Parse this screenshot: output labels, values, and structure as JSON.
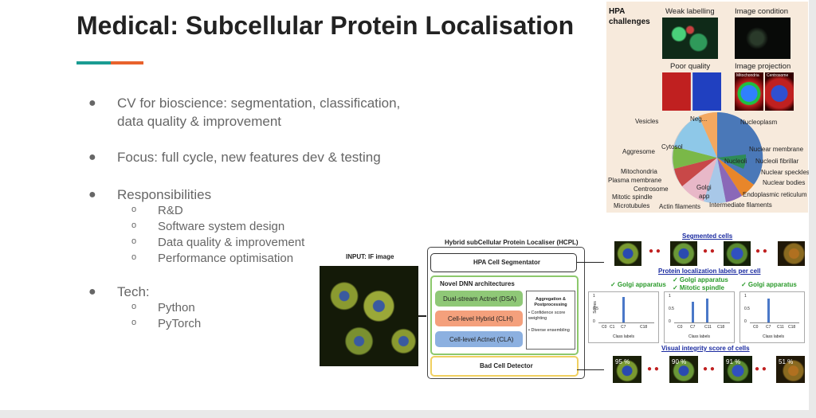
{
  "slide": {
    "title": "Medical: Subcellular Protein Localisation",
    "accent_colors": [
      "#1a9c92",
      "#e8622c"
    ],
    "bullets": [
      {
        "text": "CV for bioscience: segmentation, classification, data quality & improvement"
      },
      {
        "text": "Focus: full cycle, new features dev & testing"
      },
      {
        "text": "Responsibilities",
        "subitems": [
          "R&D",
          "Software system design",
          "Data quality & improvement",
          "Performance optimisation"
        ]
      },
      {
        "text": "Tech:",
        "subitems": [
          "Python",
          "PyTorch"
        ]
      }
    ]
  },
  "hpa_figure": {
    "heading": "HPA challenges",
    "panels": [
      "Weak labelling",
      "Image condition",
      "Poor quality",
      "Image projection"
    ],
    "projection_labels": [
      "Mitochondria",
      "Centrosome"
    ],
    "pie_labels": [
      "Vesicles",
      "Neg...",
      "Nucleoplasm",
      "Aggresome",
      "Cytosol",
      "Nuclear membrane",
      "Nucleoli",
      "Nucleoli fibrillar",
      "Mitochondria",
      "Nuclear speckles",
      "Plasma membrane",
      "Nuclear bodies",
      "Centrosome",
      "Golgi",
      "Endoplasmic reticulum",
      "Mitotic spindle",
      "app",
      "Microtubules",
      "Actin filaments",
      "Intermediate filaments"
    ]
  },
  "hcpl_figure": {
    "title": "Hybrid subCellular Protein Localiser (HCPL)",
    "input_label": "INPUT: IF image",
    "segmentor": "HPA Cell Segmentator",
    "novel_dnn": "Novel DNN architectures",
    "dsa": "Dual-stream Actnet (DSA)",
    "clh": "Cell-level Hybrid (CLH)",
    "cla": "Cell-level Actnet (CLA)",
    "aggregation_title": "Aggregation & Postprocessing",
    "aggregation_items": [
      "Confidence score weighting",
      "Diverse ensembling"
    ],
    "bad_cell": "Bad Cell Detector",
    "segmented_cells": "Segmented cells",
    "labels_title": "Protein localization labels per cell",
    "cell_labels": [
      [
        "✓ Golgi apparatus"
      ],
      [
        "✓ Golgi apparatus",
        "✓ Mitotic spindle"
      ],
      [
        "✓ Golgi apparatus"
      ]
    ],
    "y_ticks": [
      "1",
      "0.5",
      "0"
    ],
    "y_axis": "Scores",
    "x_axis": "Class labels",
    "x_ticks": [
      [
        "C0",
        "C1",
        "C7",
        "C18"
      ],
      [
        "C0",
        "C7",
        "C11",
        "C18"
      ],
      [
        "C0",
        "C7",
        "C11",
        "C18"
      ]
    ],
    "visual_title": "Visual integrity score of cells",
    "scores": [
      "95 %",
      "90 %",
      "91 %",
      "51 %"
    ]
  }
}
